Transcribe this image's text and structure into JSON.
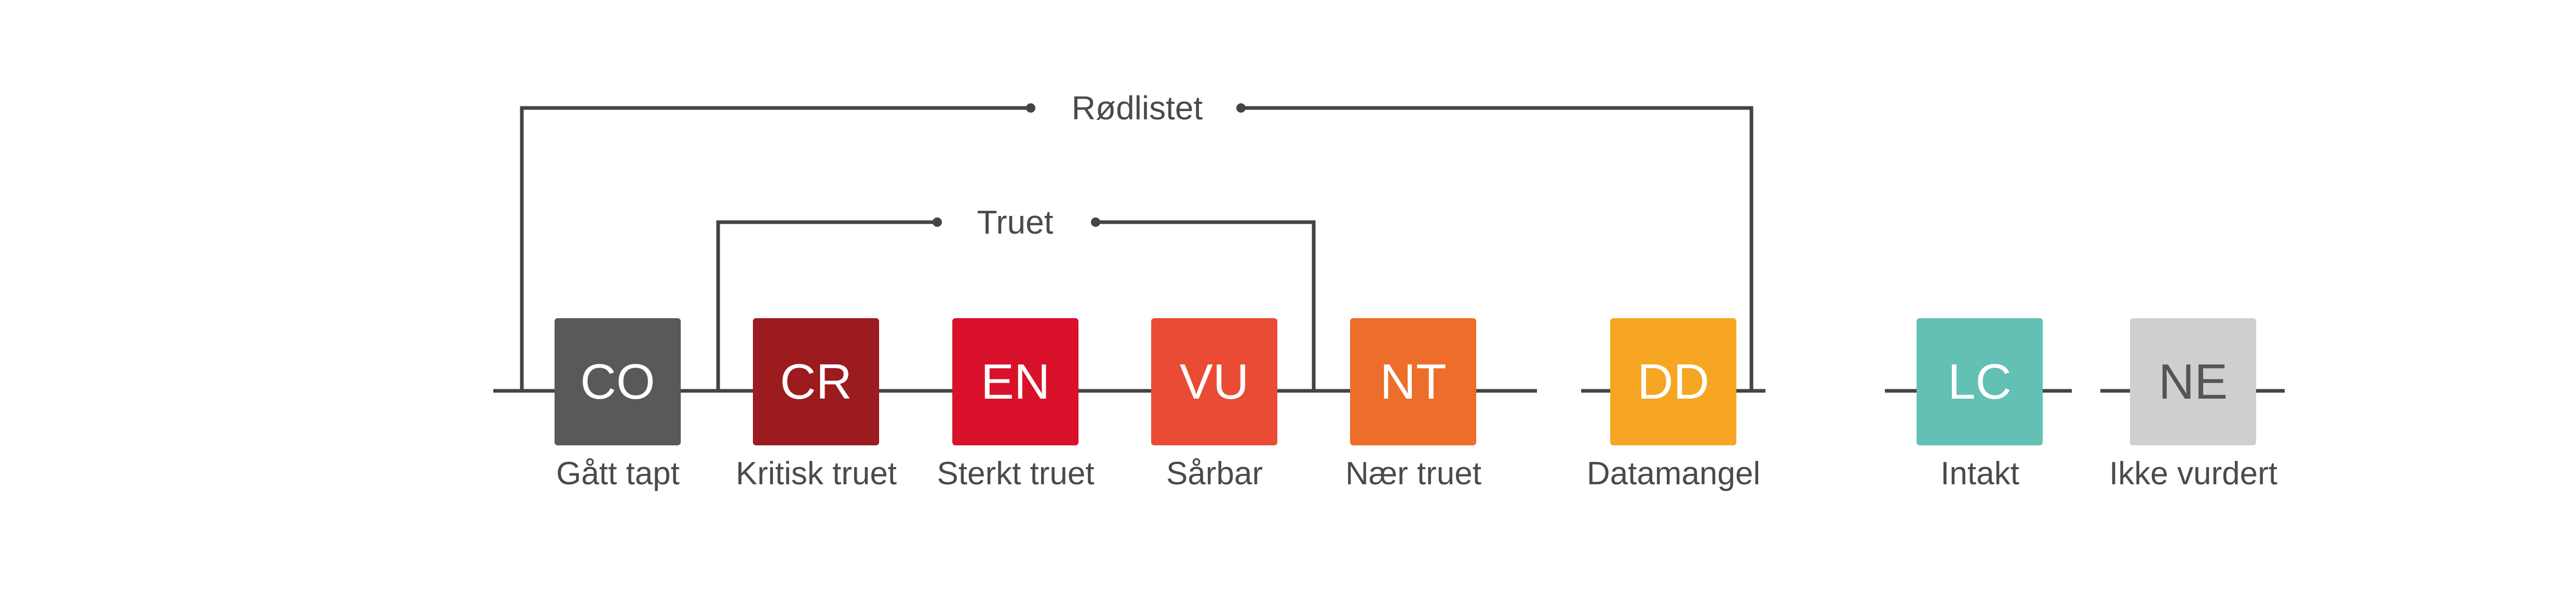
{
  "groups": {
    "redlisted": {
      "label": "Rødlistet"
    },
    "threatened": {
      "label": "Truet"
    }
  },
  "categories": [
    {
      "code": "CO",
      "label": "Gått tapt",
      "color": "#58595b",
      "text_color": "#ffffff"
    },
    {
      "code": "CR",
      "label": "Kritisk truet",
      "color": "#9b1b1e",
      "text_color": "#ffffff"
    },
    {
      "code": "EN",
      "label": "Sterkt truet",
      "color": "#d9112a",
      "text_color": "#ffffff"
    },
    {
      "code": "VU",
      "label": "Sårbar",
      "color": "#e94b35",
      "text_color": "#ffffff"
    },
    {
      "code": "NT",
      "label": "Nær truet",
      "color": "#ec6e2a",
      "text_color": "#ffffff"
    },
    {
      "code": "DD",
      "label": "Datamangel",
      "color": "#f6a623",
      "text_color": "#ffffff"
    },
    {
      "code": "LC",
      "label": "Intakt",
      "color": "#62c0b4",
      "text_color": "#ffffff"
    },
    {
      "code": "NE",
      "label": "Ikke vurdert",
      "color": "#cdcfd1",
      "text_color": "#555555"
    }
  ],
  "line_color": "#444444"
}
